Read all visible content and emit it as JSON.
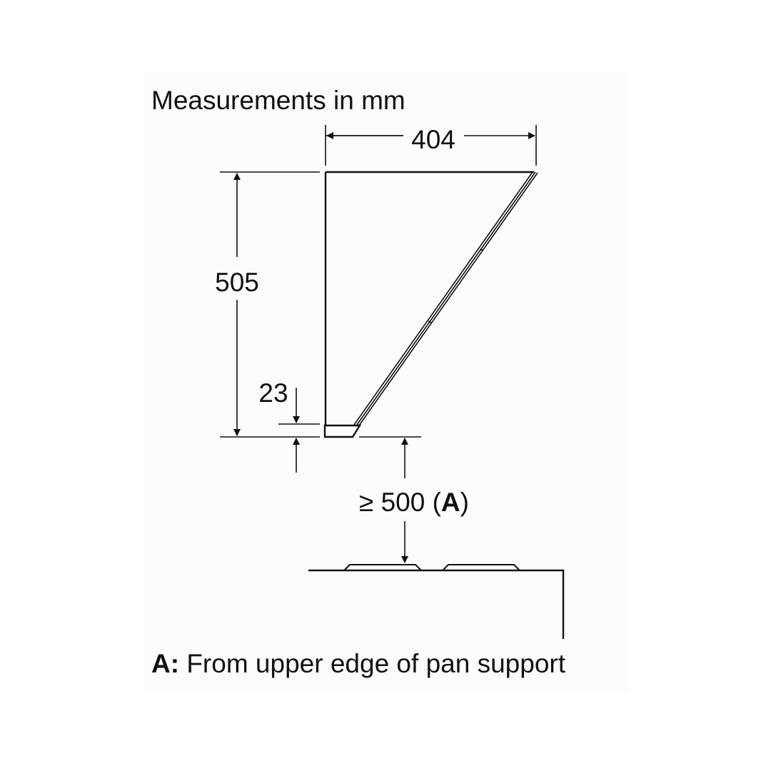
{
  "title": "Measurements in mm",
  "dimensions": {
    "width": "404",
    "height": "505",
    "base_height": "23",
    "clearance": "≥ 500 (",
    "clearance_ref": "A",
    "clearance_close": ")"
  },
  "legend": {
    "key": "A:",
    "text": " From upper edge of pan support"
  }
}
